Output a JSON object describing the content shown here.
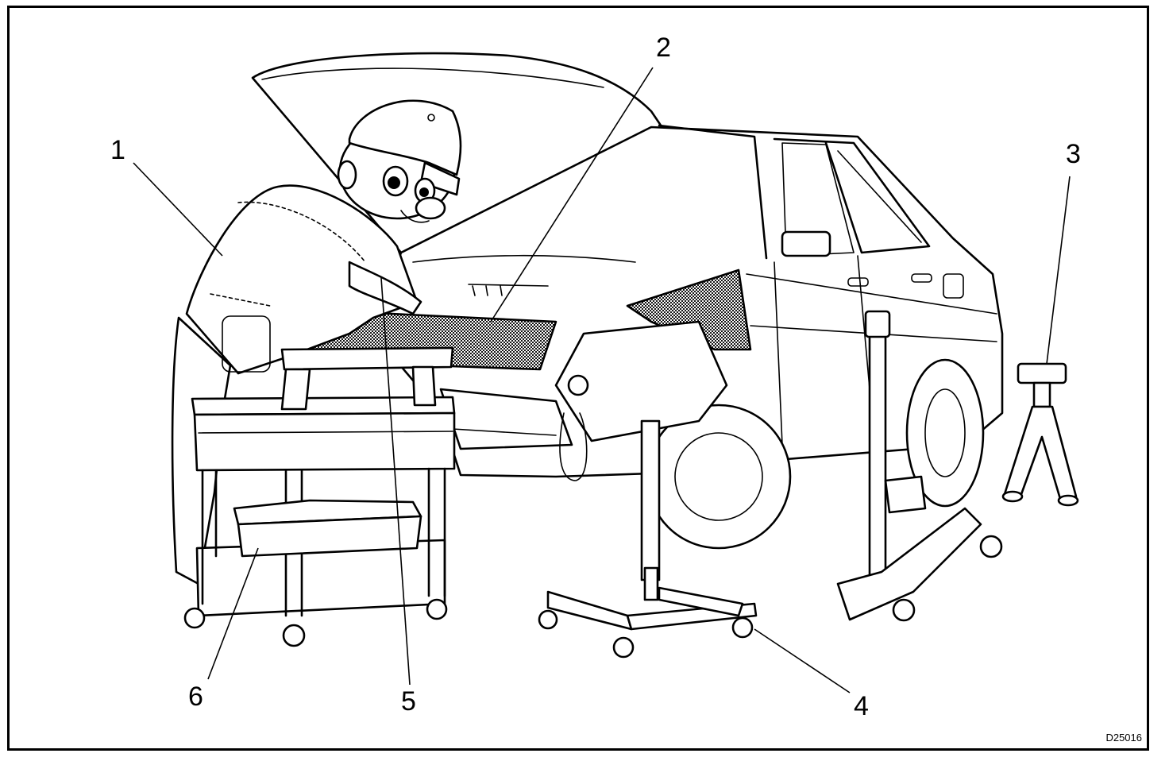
{
  "callouts": {
    "c1": "1",
    "c2": "2",
    "c3": "3",
    "c4": "4",
    "c5": "5",
    "c6": "6"
  },
  "figure_code": "D25016",
  "colors": {
    "line": "#000000",
    "background": "#ffffff",
    "cover_shade": "#6a6a6a"
  }
}
